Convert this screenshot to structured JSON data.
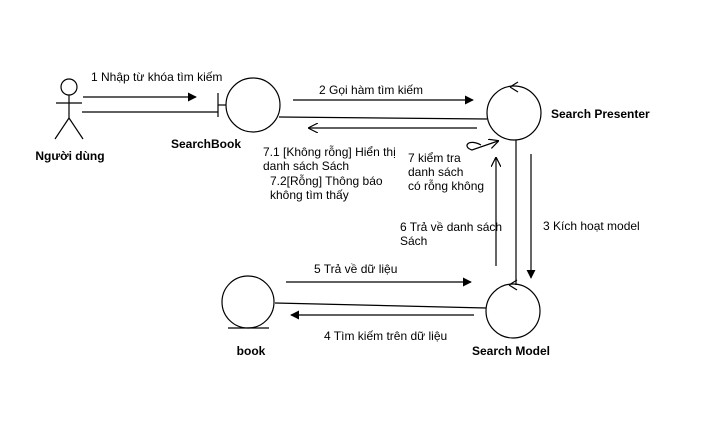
{
  "nodes": {
    "actor": "Người dùng",
    "boundary": "SearchBook",
    "presenter": "Search Presenter",
    "model": "Search Model",
    "entity": "book"
  },
  "messages": {
    "m1": "1 Nhập từ khóa tìm kiếm",
    "m2": "2 Gọi hàm tìm kiếm",
    "m3": "3 Kích hoạt model",
    "m4": "4 Tìm kiếm trên dữ liệu",
    "m5": "5 Trả về dữ liệu",
    "m6": "6 Trả về danh sách\nSách",
    "m7": "7 kiểm tra\ndanh sách\ncó rỗng không",
    "m71": "7.1 [Không rỗng] Hiển thị\ndanh sách Sách",
    "m72": "7.2[Rỗng] Thông báo\nkhông tìm thấy"
  }
}
